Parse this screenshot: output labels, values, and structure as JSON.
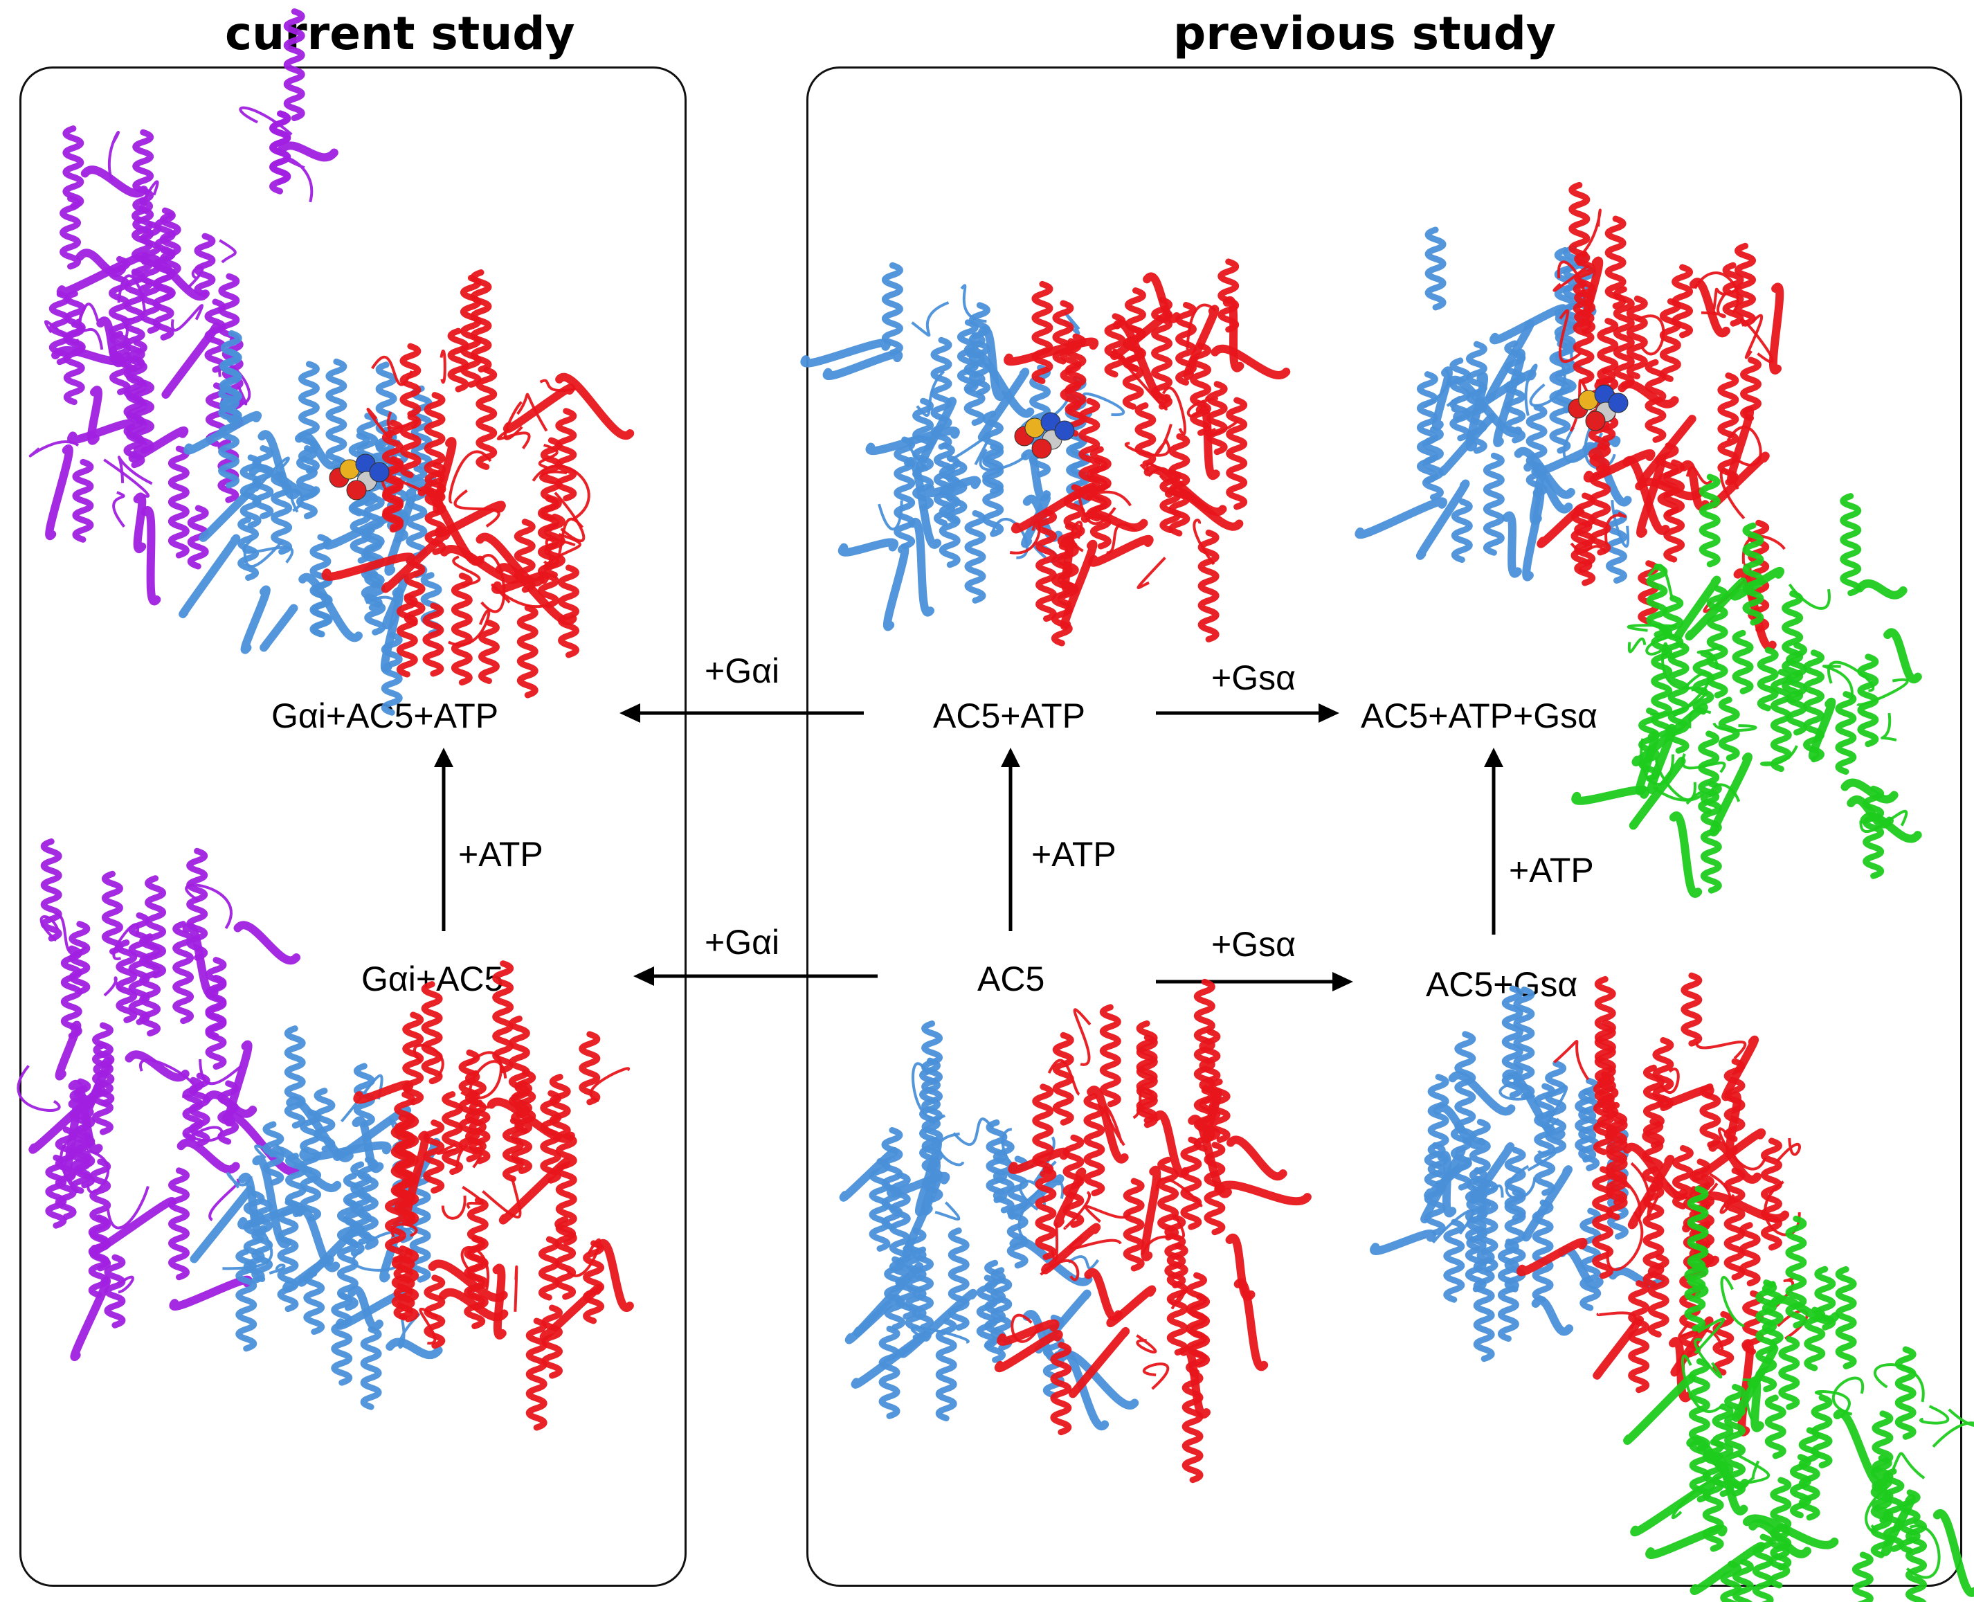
{
  "titles": {
    "current": "current study",
    "previous": "previous study"
  },
  "states": {
    "gai_ac5_atp": "Gαi+AC5+ATP",
    "gai_ac5": "Gαi+AC5",
    "ac5_atp": "AC5+ATP",
    "ac5": "AC5",
    "ac5_atp_gsa": "AC5+ATP+Gsα",
    "ac5_gsa": "AC5+Gsα"
  },
  "transitions": {
    "gai_top": "+Gαi",
    "gai_bottom": "+Gαi",
    "gsa_top": "+Gsα",
    "gsa_bottom": "+Gsα",
    "atp_left": "+ATP",
    "atp_mid": "+ATP",
    "atp_right": "+ATP"
  },
  "colors": {
    "ac5_c1_domain": "#4a90d9",
    "ac5_c2_domain": "#e8161b",
    "g_alpha_i": "#a020e0",
    "gs_alpha": "#1ecb1e",
    "atp": "#2850c8"
  }
}
